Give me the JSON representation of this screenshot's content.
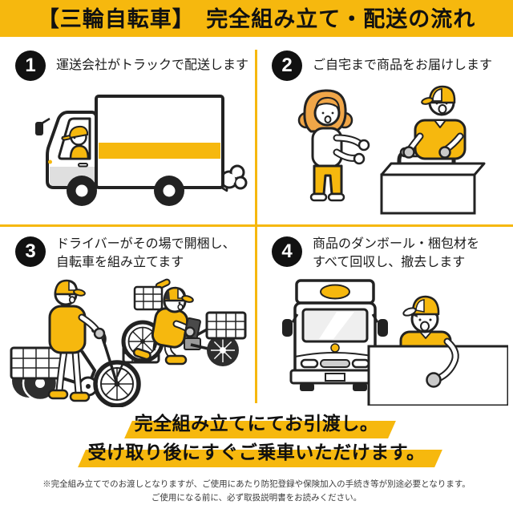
{
  "header": {
    "title": "【三輪自転車】　完全組み立て・配送の流れ"
  },
  "steps": [
    {
      "number": "1",
      "lines": [
        "運送会社がトラックで配送します"
      ],
      "illustration": "delivery-truck"
    },
    {
      "number": "2",
      "lines": [
        "ご自宅まで商品をお届けします"
      ],
      "illustration": "home-handoff"
    },
    {
      "number": "3",
      "lines": [
        "ドライバーがその場で開梱し、",
        "自転車を組み立てます"
      ],
      "illustration": "tricycle-assembly"
    },
    {
      "number": "4",
      "lines": [
        "商品のダンボール・梱包材を",
        "すべて回収し、撤去します"
      ],
      "illustration": "packaging-removal"
    }
  ],
  "banner": {
    "lines": [
      "完全組み立てにてお引渡し。",
      "受け取り後にすぐご乗車いただけます。"
    ]
  },
  "footnotes": [
    "※完全組み立てでのお渡しとなりますが、ご使用にあたり防犯登録や保険加入の手続き等が別途必要となります。",
    "ご使用になる前に、必ず取扱説明書をお読みください。"
  ],
  "colors": {
    "accent_yellow": "#F6B80E",
    "ink_black": "#111111",
    "hair_orange": "#F0A648",
    "glove_gray": "#C9C9C9",
    "shade_gray": "#DFDFDF"
  }
}
